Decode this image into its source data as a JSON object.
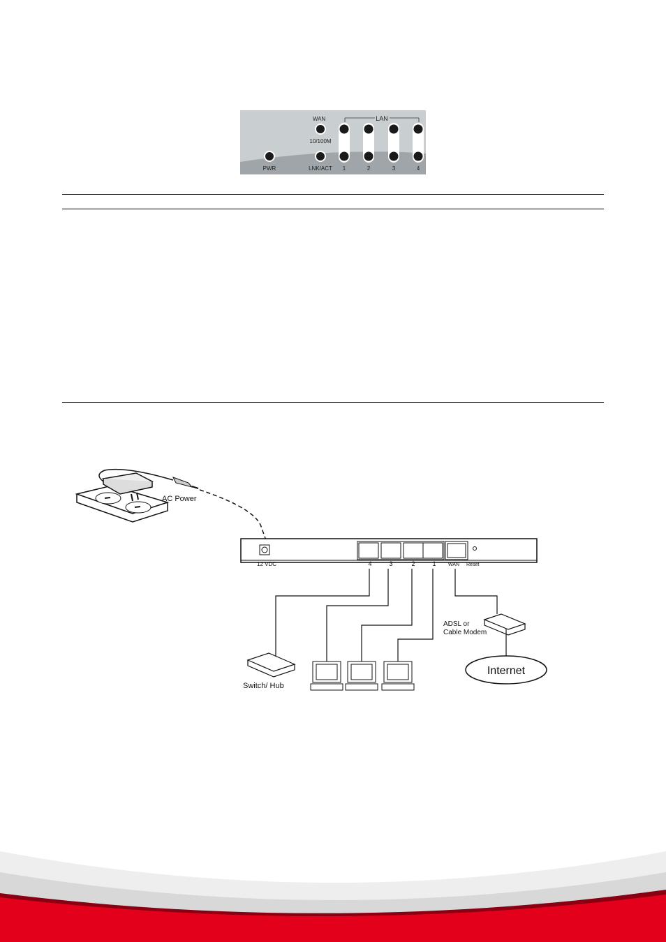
{
  "led_panel": {
    "wan_label": "WAN",
    "lan_label": "LAN",
    "speed_label": "10/100M",
    "pwr_label": "PWR",
    "lnk_act_label": "LNK/ACT",
    "port_labels": [
      "1",
      "2",
      "3",
      "4"
    ]
  },
  "diagram": {
    "ac_power_label": "AC Power",
    "dc_label": "12 VDC",
    "port_numbers": [
      "4",
      "3",
      "2",
      "1"
    ],
    "wan_port_label": "WAN",
    "reset_label": "Reset",
    "modem_label_line1": "ADSL or",
    "modem_label_line2": "Cable Modem",
    "internet_label": "Internet",
    "switch_label": "Switch/ Hub"
  },
  "colors": {
    "panel_gray": "#c9ced0",
    "panel_dark": "#9fa5a8",
    "led_black": "#1a1a1a",
    "footer_red": "#e3001b",
    "footer_gray": "#d8d8d8"
  }
}
